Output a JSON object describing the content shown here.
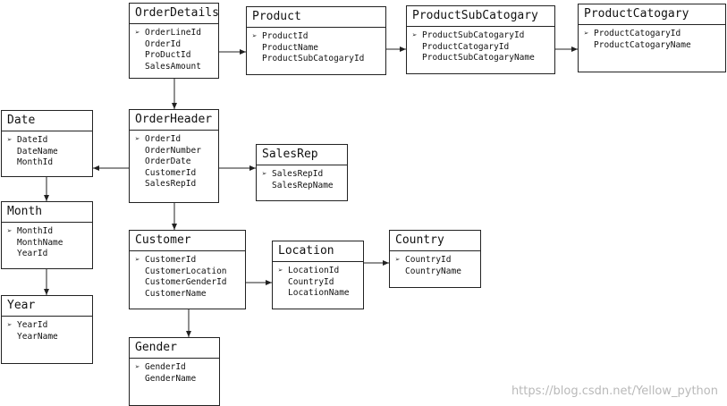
{
  "entities": {
    "orderdetails": {
      "title": "OrderDetails",
      "fields": [
        "OrderLineId",
        "OrderId",
        "ProDuctId",
        "SalesAmount"
      ]
    },
    "product": {
      "title": "Product",
      "fields": [
        "ProductId",
        "ProductName",
        "ProductSubCatogaryId"
      ]
    },
    "productsubcatogary": {
      "title": "ProductSubCatogary",
      "fields": [
        "ProductSubCatogaryId",
        "ProductCatogaryId",
        "ProductSubCatogaryName"
      ]
    },
    "productcatogary": {
      "title": "ProductCatogary",
      "fields": [
        "ProductCatogaryId",
        "ProductCatogaryName"
      ]
    },
    "date": {
      "title": "Date",
      "fields": [
        "DateId",
        "DateName",
        "MonthId"
      ]
    },
    "orderheader": {
      "title": "OrderHeader",
      "fields": [
        "OrderId",
        "OrderNumber",
        "OrderDate",
        "CustomerId",
        "SalesRepId"
      ]
    },
    "salesrep": {
      "title": "SalesRep",
      "fields": [
        "SalesRepId",
        "SalesRepName"
      ]
    },
    "month": {
      "title": "Month",
      "fields": [
        "MonthId",
        "MonthName",
        "YearId"
      ]
    },
    "customer": {
      "title": "Customer",
      "fields": [
        "CustomerId",
        "CustomerLocation",
        "CustomerGenderId",
        "CustomerName"
      ]
    },
    "location": {
      "title": "Location",
      "fields": [
        "LocationId",
        "CountryId",
        "LocationName"
      ]
    },
    "country": {
      "title": "Country",
      "fields": [
        "CountryId",
        "CountryName"
      ]
    },
    "year": {
      "title": "Year",
      "fields": [
        "YearId",
        "YearName"
      ]
    },
    "gender": {
      "title": "Gender",
      "fields": [
        "GenderId",
        "GenderName"
      ]
    }
  },
  "key_marker": "➢",
  "watermark": "https://blog.csdn.net/Yellow_python"
}
